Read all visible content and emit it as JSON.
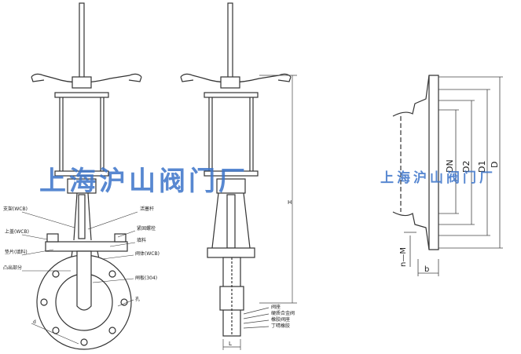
{
  "watermark": {
    "text": "上海沪山阀门厂",
    "color": "#3b73c9"
  },
  "front_view": {
    "labels": {
      "bracket": "支架(WCB)",
      "upper_cover": "上盖(WCB)",
      "washer": "垫片(填料)",
      "protrusion": "凸出部分",
      "piston_rod": "活塞杆",
      "gland": "紧固螺栓",
      "packing": "填料",
      "valve_body": "阀体(WCB)",
      "gate": "闸板(304)",
      "hole": "孔",
      "dim_d": "d"
    }
  },
  "side_view": {
    "labels": {
      "seat_a": "阀座",
      "seat_b": "硬质合金阀",
      "seat_c": "橡胶阀座",
      "seat_d": "丁晴橡胶",
      "dim_h": "H",
      "dim_l": "L"
    }
  },
  "flange": {
    "labels": {
      "dn": "DN",
      "d2": "D2",
      "d1": "D1",
      "d": "D",
      "n_m": "n—M",
      "b": "b"
    }
  },
  "colors": {
    "line": "#333333",
    "dimension": "#444444"
  }
}
